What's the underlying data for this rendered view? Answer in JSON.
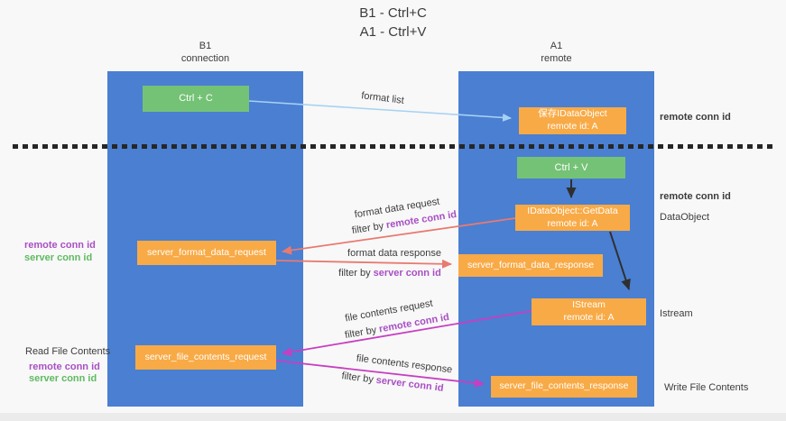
{
  "colors": {
    "column_blue": "#4a7fd2",
    "box_orange": "#f8aa46",
    "box_green": "#74c276",
    "arrow_light_blue": "#a6d2f2",
    "arrow_red": "#e87a70",
    "arrow_magenta": "#c73fc1",
    "arrow_black": "#2f2f2f",
    "text_purple": "#a94fc4",
    "text_green": "#5fba61",
    "text_dark": "#3c3c3c",
    "background": "#f8f8f8"
  },
  "title": {
    "line1": "B1 - Ctrl+C",
    "line2": "A1 - Ctrl+V"
  },
  "columns": {
    "b1": {
      "name": "B1",
      "role": "connection"
    },
    "a1": {
      "name": "A1",
      "role": "remote"
    }
  },
  "boxes": {
    "ctrl_c": {
      "label": "Ctrl + C"
    },
    "save_idataobject": {
      "line1": "保存IDataObject",
      "line2": "remote id: A"
    },
    "ctrl_v": {
      "label": "Ctrl + V"
    },
    "getdata": {
      "line1": "IDataObject::GetData",
      "line2": "remote id: A"
    },
    "istream": {
      "line1": "IStream",
      "line2": "remote id: A"
    },
    "server_format_data_request": {
      "label": "server_format_data_request"
    },
    "server_format_data_response": {
      "label": "server_format_data_response"
    },
    "server_file_contents_request": {
      "label": "server_file_contents_request"
    },
    "server_file_contents_response": {
      "label": "server_file_contents_response"
    }
  },
  "arrow_labels": {
    "format_list": "format list",
    "format_data_request": "format data request",
    "format_data_response": "format data response",
    "file_contents_request": "file contents request",
    "file_contents_response": "file contents response",
    "filter_by": "filter by",
    "remote_conn_id": "remote conn id",
    "server_conn_id": "server conn id"
  },
  "side_labels": {
    "remote_conn_id": "remote conn id",
    "server_conn_id": "server conn id",
    "dataobject": "DataObject",
    "istream": "Istream",
    "read_file_contents": "Read File Contents",
    "write_file_contents": "Write File Contents"
  }
}
